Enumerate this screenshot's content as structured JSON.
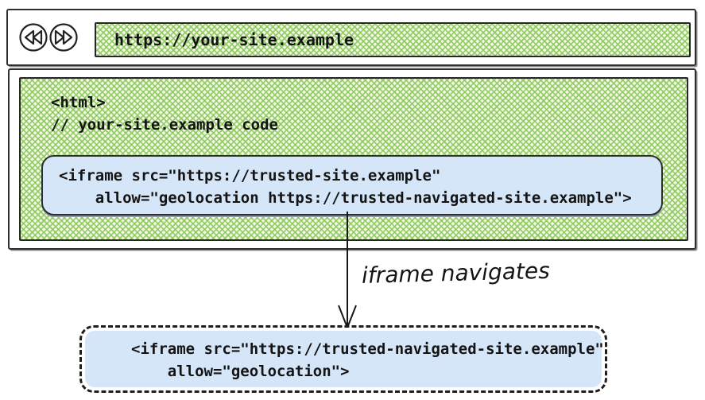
{
  "browser": {
    "url": "https://your-site.example",
    "back_icon": "double-arrow-left",
    "forward_icon": "double-arrow-right"
  },
  "page": {
    "code_line1": "<html>",
    "code_line2": "// your-site.example code",
    "iframe_snippet": {
      "line1": "<iframe src=\"https://trusted-site.example\"",
      "line2": "    allow=\"geolocation https://trusted-navigated-site.example\">"
    }
  },
  "annotation": {
    "label": "iframe navigates"
  },
  "navigated_iframe": {
    "line1": "<iframe src=\"https://trusted-navigated-site.example\"",
    "line2": "    allow=\"geolocation\">"
  },
  "colors": {
    "hatch_green": "#8cc75c",
    "iframe_blue": "#d5e6f8",
    "border_dark": "#2f2f2f",
    "text": "#141414"
  }
}
